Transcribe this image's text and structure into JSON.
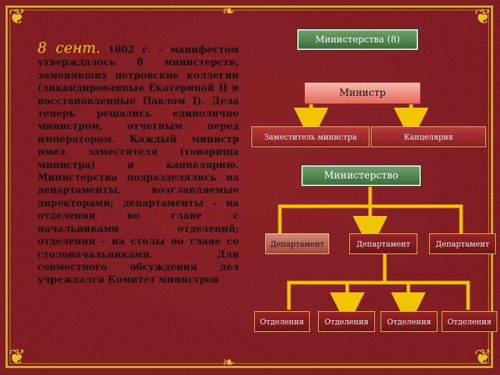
{
  "left_text": {
    "date": "8 сент.",
    "body": " 1802 г. - манифестом утверждалось 8 министерств, заменявших петровские коллегии (ликвидированные Екатериной II и восстановленные Павлом I). Дела теперь решались единолично министром, отчетным перед императором. Каждый министр имел заместителя (товарища министра) и канцелярию. Министерства подразделялись на департаменты, возглавляемые директорами; департаменты - на отделения во главе с начальниками отделений; отделения - на столы во главе со столоначальниками. Для совместного обсуждения дел учреждался Комитет министров"
  },
  "diagram": {
    "top": "Министерства (8)",
    "minister": "Министр",
    "deputy": "Заместитель министра",
    "chancellery": "Канцелярия",
    "ministry": "Министерство",
    "departments": [
      "Департамент",
      "Департамент",
      "Департамент"
    ],
    "sections": [
      "Отделения",
      "Отделения",
      "Отделения",
      "Отделения"
    ]
  },
  "colors": {
    "frame": "#d4b020",
    "arrow": "#f0c400",
    "background": "#821c22"
  }
}
